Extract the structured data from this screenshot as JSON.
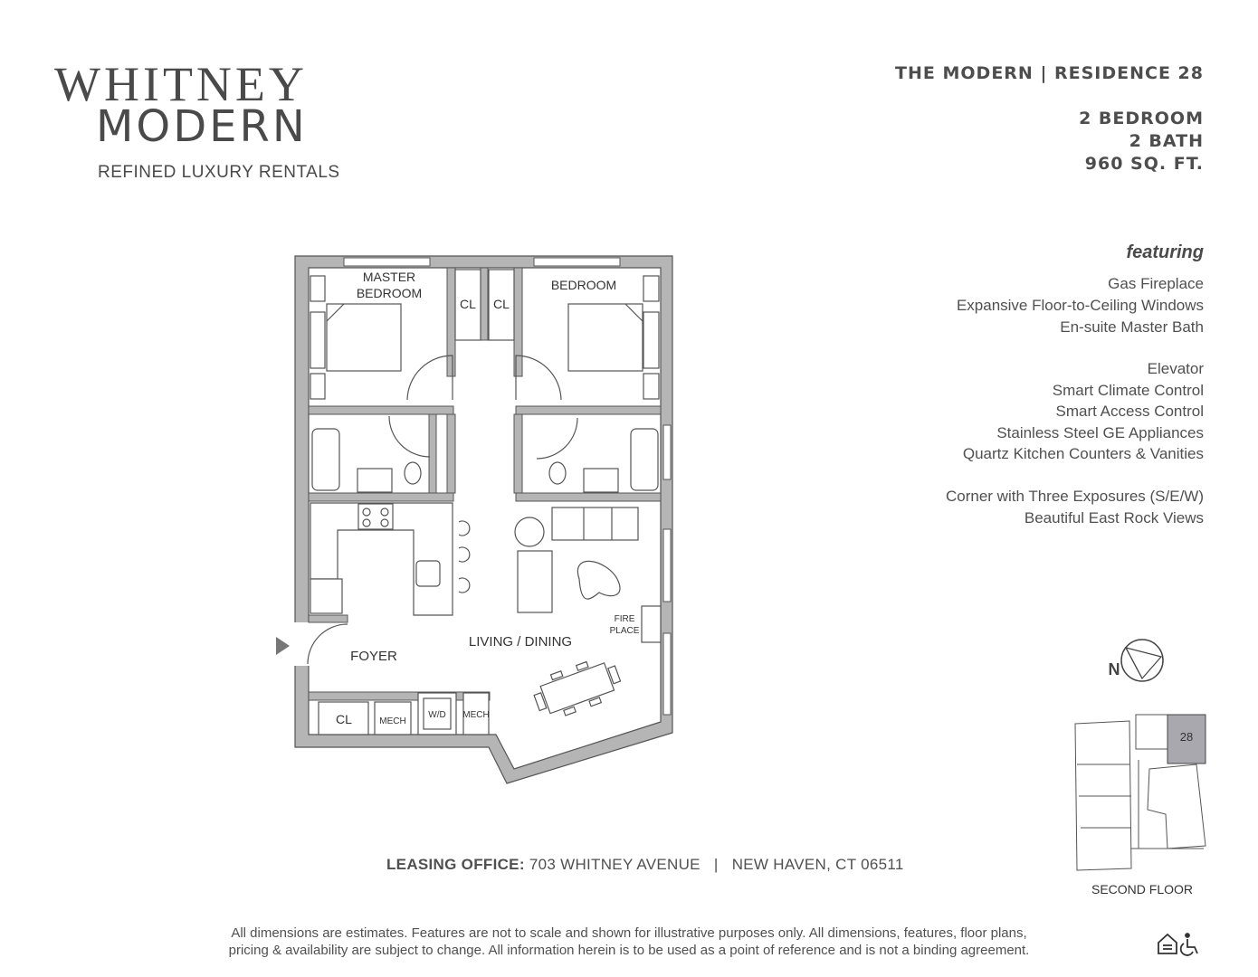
{
  "brand": {
    "line1": "WHITNEY",
    "line2": "MODERN",
    "tagline": "REFINED LUXURY RENTALS"
  },
  "unit": {
    "title": "THE MODERN | RESIDENCE 28",
    "bedrooms": "2 BEDROOM",
    "baths": "2 BATH",
    "area": "960 SQ. FT."
  },
  "features": {
    "heading": "featuring",
    "group1": [
      "Gas Fireplace",
      "Expansive Floor-to-Ceiling Windows",
      "En-suite Master Bath"
    ],
    "group2": [
      "Elevator",
      "Smart Climate Control",
      "Smart Access Control",
      "Stainless Steel GE Appliances",
      "Quartz Kitchen Counters & Vanities"
    ],
    "group3": [
      "Corner with Three Exposures (S/E/W)",
      "Beautiful East Rock Views"
    ]
  },
  "floorplan": {
    "master_line1": "MASTER",
    "master_line2": "BEDROOM",
    "bedroom": "BEDROOM",
    "closet1": "CL",
    "closet2": "CL",
    "closet3": "CL",
    "foyer": "FOYER",
    "living": "LIVING / DINING",
    "fire1": "FIRE",
    "fire2": "PLACE",
    "mech1": "MECH",
    "wd": "W/D",
    "mech2": "MECH"
  },
  "keyplan": {
    "compass": "N",
    "unit_number": "28",
    "floor": "SECOND FLOOR",
    "highlight_color": "#a9a8ae"
  },
  "office": {
    "label": "LEASING OFFICE:",
    "address": "703 WHITNEY AVENUE",
    "sep": "|",
    "city": "NEW HAVEN, CT 06511"
  },
  "disclaimer": {
    "line1": "All dimensions are estimates. Features are not to scale and shown for illustrative purposes only. All dimensions, features, floor plans,",
    "line2": "pricing & availability are subject to change. All information herein is to be used as a point of reference and is not a binding agreement."
  },
  "colors": {
    "wall": "#b5b5b5",
    "ink": "#4a4a4a"
  }
}
